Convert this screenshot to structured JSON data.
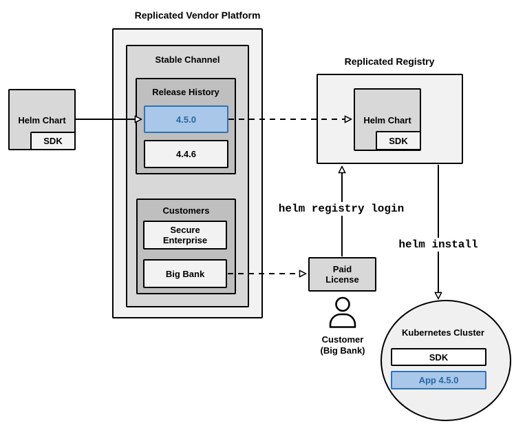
{
  "colors": {
    "outer_fill": "#F2F2F2",
    "mid_fill": "#D8D8D8",
    "inner_fill": "#BFBFBF",
    "highlight_fill": "#A9C7E8",
    "highlight_border": "#2E74B5",
    "highlight_text": "#2667A4",
    "cluster_fill": "#F0F0F0",
    "line_color": "#000000"
  },
  "platform": {
    "title": "Replicated Vendor Platform",
    "stable_channel_label": "Stable Channel",
    "release_history_label": "Release History",
    "release_current": "4.5.0",
    "release_previous": "4.4.6",
    "customers_label": "Customers",
    "customer_secure_enterprise": "Secure Enterprise",
    "customer_big_bank": "Big Bank"
  },
  "helm_chart_source": {
    "label": "Helm Chart",
    "sdk_label": "SDK"
  },
  "registry": {
    "title": "Replicated Registry",
    "helm_chart_label": "Helm Chart",
    "sdk_label": "SDK"
  },
  "paid_license": {
    "label": "Paid License"
  },
  "customer_actor": {
    "line1": "Customer",
    "line2": "(Big Bank)"
  },
  "commands": {
    "registry_login": "helm registry login",
    "install": "helm install"
  },
  "kubernetes": {
    "title": "Kubernetes Cluster",
    "sdk_label": "SDK",
    "app_label": "App 4.5.0"
  }
}
